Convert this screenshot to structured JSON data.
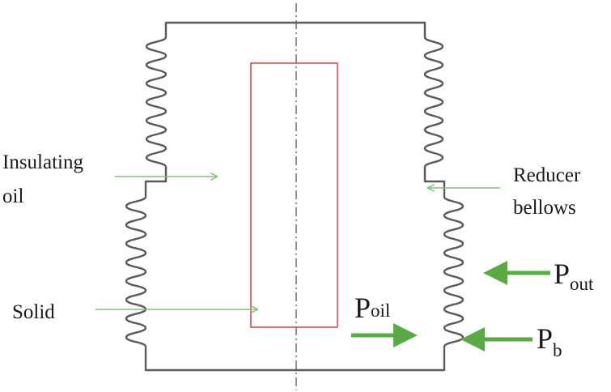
{
  "diagram": {
    "labels": {
      "insulating_oil_line1": "Insulating",
      "insulating_oil_line2": "oil",
      "solid": "Solid",
      "reducer_bellows_line1": "Reducer",
      "reducer_bellows_line2": "bellows",
      "p_out_main": "P",
      "p_out_sub": "out",
      "p_oil_main": "P",
      "p_oil_sub": "oil",
      "p_b_main": "P",
      "p_b_sub": "b"
    },
    "colors": {
      "outline": "#5a5a5a",
      "solid_box": "#e8474c",
      "thin_arrow": "#7dc37a",
      "thick_arrow": "#5aab46",
      "axis": "#6a6a6a"
    }
  }
}
